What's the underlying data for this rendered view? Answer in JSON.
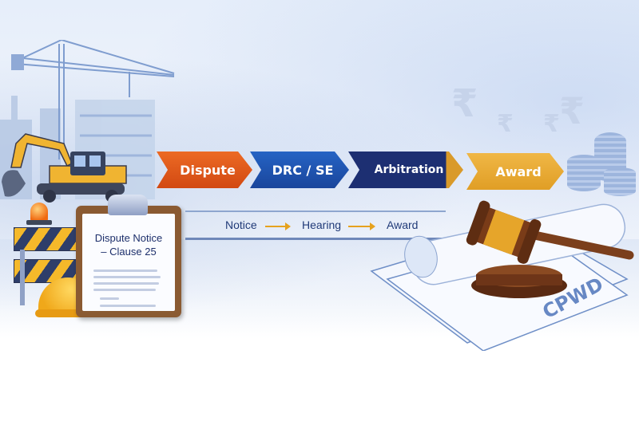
{
  "scene": {
    "description": "Construction contract dispute resolution process illustration",
    "background_color": "#eef3fb"
  },
  "process_flow": {
    "steps": [
      {
        "label": "Dispute",
        "color": "#e0561c"
      },
      {
        "label": "DRC / SE",
        "color": "#1c4fae"
      },
      {
        "label": "Arbitration",
        "color": "#1d2f72"
      },
      {
        "label": "Award",
        "color": "#e7ab35"
      }
    ]
  },
  "sub_flow": {
    "steps": [
      "Notice",
      "Hearing",
      "Award"
    ],
    "arrow_color": "#e6a21e"
  },
  "clipboard": {
    "title_line1": "Dispute Notice",
    "title_line2": "– Clause 25"
  },
  "document": {
    "stamp": "CPWD"
  },
  "currency_symbols": [
    "₹",
    "₹",
    "₹",
    "₹"
  ]
}
